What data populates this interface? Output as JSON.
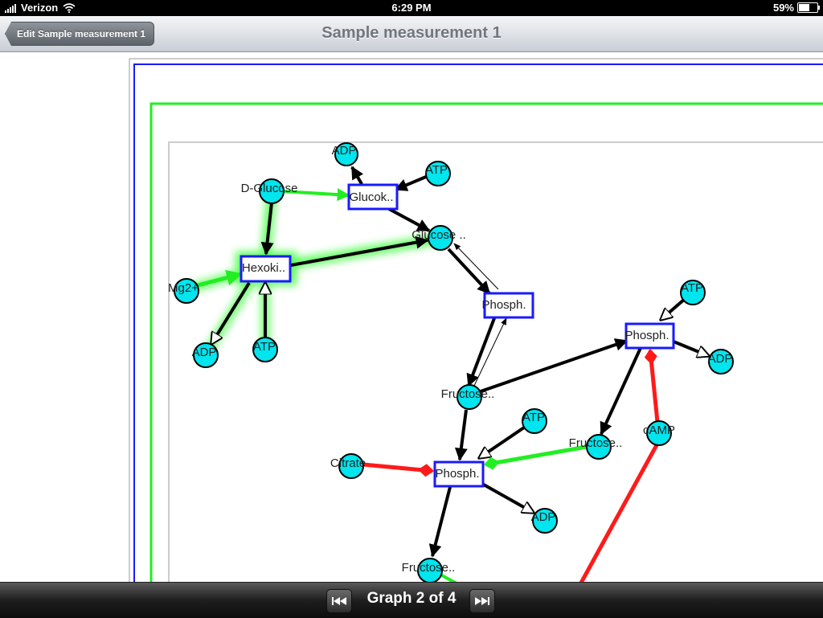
{
  "status_bar": {
    "carrier": "Verizon",
    "time": "6:29 PM",
    "battery": "59%",
    "battery_level": 0.59
  },
  "nav": {
    "back_label": "Edit Sample measurement 1",
    "title": "Sample measurement 1"
  },
  "toolbar": {
    "graph_label": "Graph 2 of 4",
    "prev_icon": "skip-back-icon",
    "next_icon": "skip-forward-icon"
  },
  "colors": {
    "node_fill": "#00e5ee",
    "reaction_border": "#1a1aff",
    "activation": "#22ee22",
    "inhibition": "#ff1a1a",
    "edge": "#000000",
    "frame_outer": "#1a1aff",
    "frame_middle": "#22ee22",
    "frame_inner": "#cccccc"
  },
  "network": {
    "metabolites": [
      {
        "id": "d_glucose",
        "label": "D-Glucose"
      },
      {
        "id": "adp1",
        "label": "ADP"
      },
      {
        "id": "atp1",
        "label": "ATP"
      },
      {
        "id": "glucose_6p",
        "label": "Glucose .."
      },
      {
        "id": "mg2",
        "label": "Mg2+"
      },
      {
        "id": "adp2",
        "label": "ADP"
      },
      {
        "id": "atp2",
        "label": "ATP"
      },
      {
        "id": "atp3",
        "label": "ATP"
      },
      {
        "id": "adp3",
        "label": "ADP"
      },
      {
        "id": "fructose_6p",
        "label": "Fructose.."
      },
      {
        "id": "atp4",
        "label": "ATP"
      },
      {
        "id": "fructose_26",
        "label": "Fructose.."
      },
      {
        "id": "camp",
        "label": "cAMP"
      },
      {
        "id": "citrate",
        "label": "Citrate"
      },
      {
        "id": "adp4",
        "label": "ADP"
      },
      {
        "id": "fructose_16",
        "label": "Fructose.."
      }
    ],
    "reactions": [
      {
        "id": "glucokinase",
        "label": "Glucok.."
      },
      {
        "id": "hexokinase",
        "label": "Hexoki.."
      },
      {
        "id": "phosph_1",
        "label": "Phosph."
      },
      {
        "id": "phosph_2",
        "label": "Phosph."
      },
      {
        "id": "phosph_3",
        "label": "Phosph."
      }
    ]
  }
}
